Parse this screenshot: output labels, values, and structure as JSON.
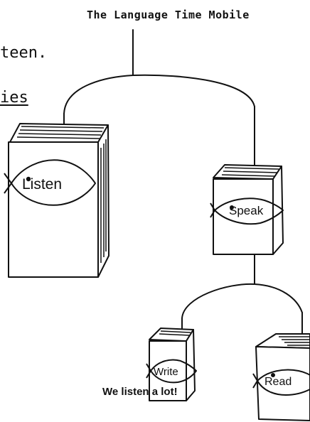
{
  "title": "The Language Time Mobile",
  "text_fragments": [
    "teen.",
    "ies"
  ],
  "books": {
    "listen": "Listen",
    "speak": "Speak",
    "write": "Write",
    "read": "Read"
  },
  "caption": "We listen a lot!"
}
